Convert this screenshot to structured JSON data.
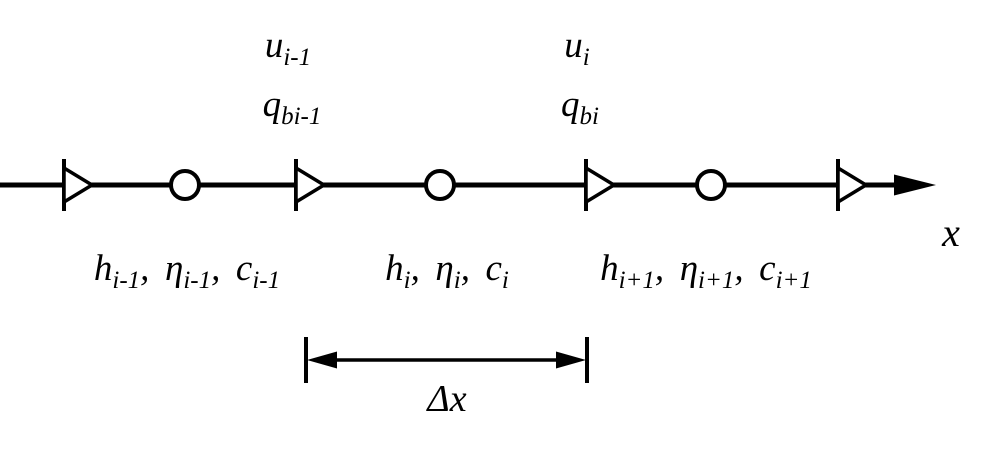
{
  "figure": {
    "colors": {
      "ink": "#000000",
      "background": "#ffffff"
    },
    "axis": {
      "label": "x"
    },
    "above_labels": [
      {
        "line1": {
          "main": "u",
          "sub": "i-1"
        },
        "line2": {
          "main": "q",
          "sub": "bi-1"
        }
      },
      {
        "line1": {
          "main": "u",
          "sub": "i"
        },
        "line2": {
          "main": "q",
          "sub": "bi"
        }
      }
    ],
    "below_labels": [
      {
        "items": [
          {
            "main": "h",
            "sub": "i-1"
          },
          {
            "main": "η",
            "sub": "i-1"
          },
          {
            "main": "c",
            "sub": "i-1"
          }
        ]
      },
      {
        "items": [
          {
            "main": "h",
            "sub": "i"
          },
          {
            "main": "η",
            "sub": "i"
          },
          {
            "main": "c",
            "sub": "i"
          }
        ]
      },
      {
        "items": [
          {
            "main": "h",
            "sub": "i+1"
          },
          {
            "main": "η",
            "sub": "i+1"
          },
          {
            "main": "c",
            "sub": "i+1"
          }
        ]
      }
    ],
    "separator": ",",
    "spacing_label": "Δx",
    "markers": {
      "velocity_points": 4,
      "scalar_points": 3
    }
  }
}
